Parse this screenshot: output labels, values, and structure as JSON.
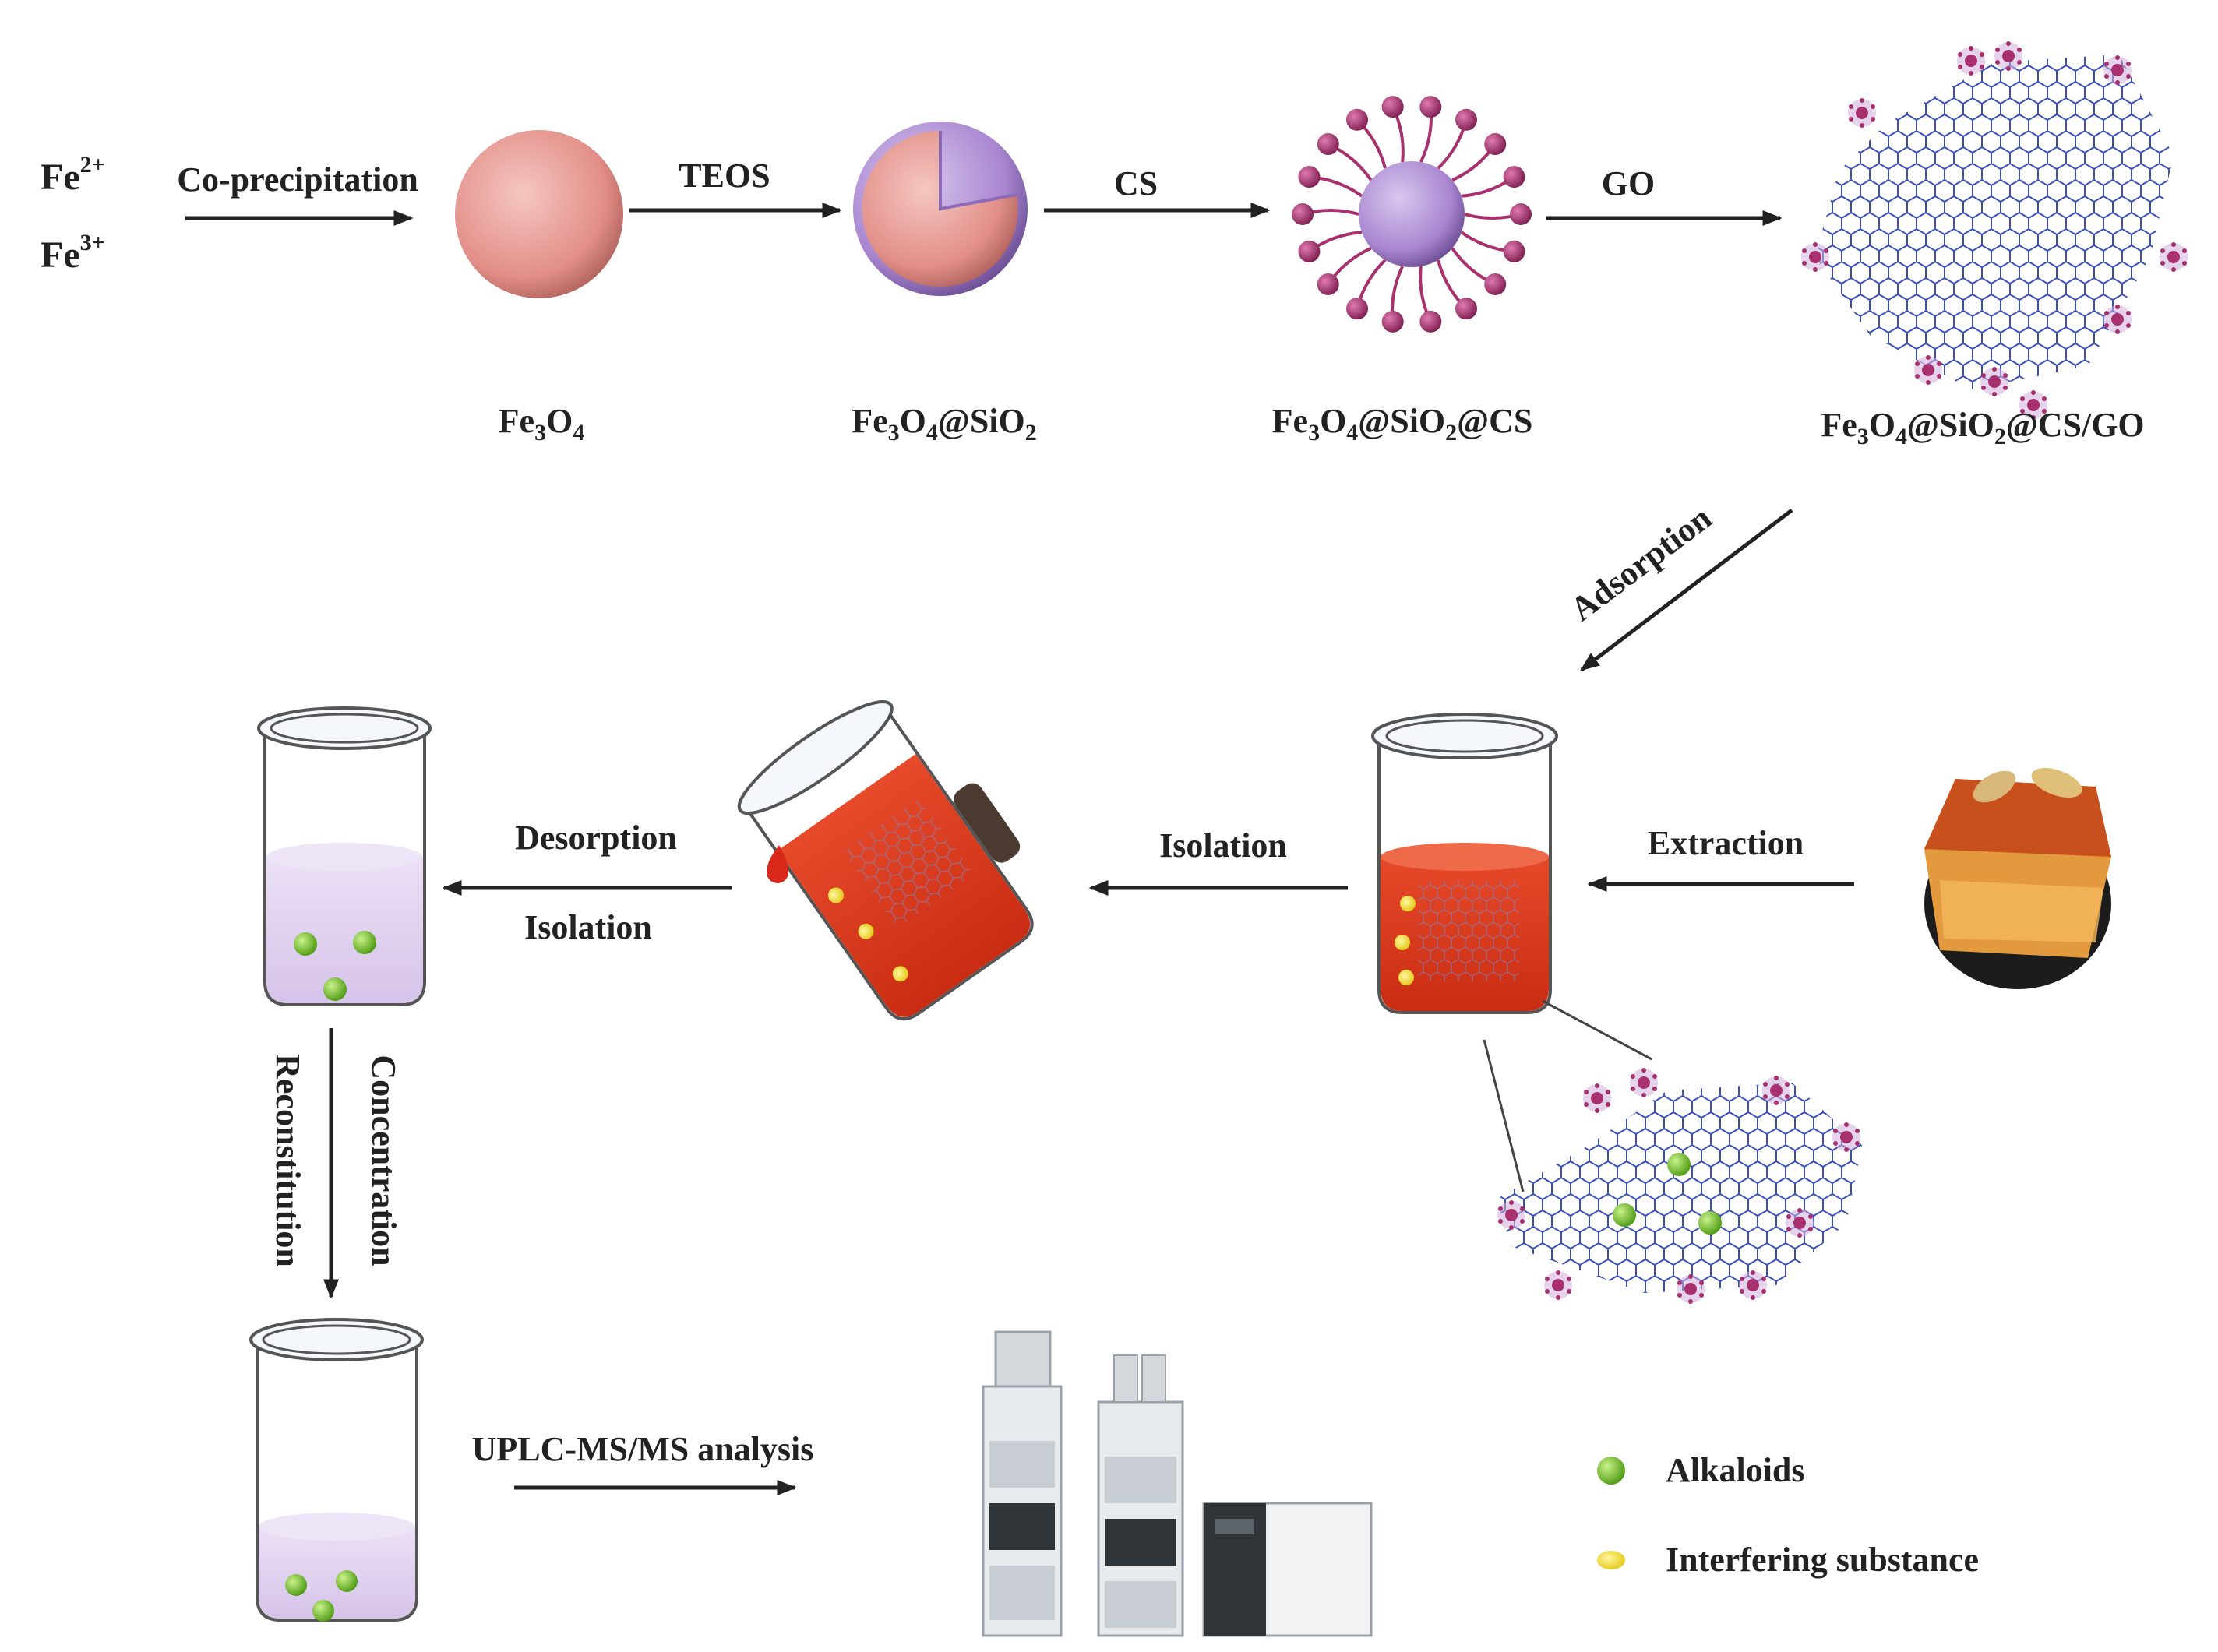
{
  "reactants": {
    "fe2": {
      "base": "Fe",
      "charge": "2+"
    },
    "fe3": {
      "base": "Fe",
      "charge": "3+"
    }
  },
  "steps": {
    "coprecip": "Co-precipitation",
    "teos": "TEOS",
    "cs": "CS",
    "go": "GO",
    "adsorption": "Adsorption",
    "extraction": "Extraction",
    "isolation": "Isolation",
    "desorption": "Desorption",
    "isolation2": "Isolation",
    "concentration": "Concentration",
    "reconstitution": "Reconstitution",
    "uplc": "UPLC-MS/MS analysis"
  },
  "products": {
    "p1": {
      "a": "Fe",
      "s1": "3",
      "b": "O",
      "s2": "4",
      "c": ""
    },
    "p2": {
      "a": "Fe",
      "s1": "3",
      "b": "O",
      "s2": "4",
      "c": "@SiO",
      "s3": "2",
      "d": ""
    },
    "p3": {
      "a": "Fe",
      "s1": "3",
      "b": "O",
      "s2": "4",
      "c": "@SiO",
      "s3": "2",
      "d": "@CS"
    },
    "p4": {
      "a": "Fe",
      "s1": "3",
      "b": "O",
      "s2": "4",
      "c": "@SiO",
      "s3": "2",
      "d": "@CS/GO"
    }
  },
  "legend": {
    "alkaloids": "Alkaloids",
    "interfering": "Interfering substance",
    "alkaloid_color": "#7ed321",
    "interfering_color": "#f5e21a"
  },
  "colors": {
    "core": "#e89a94",
    "shell": "#b79ad8",
    "ligand": "#a8306e",
    "solution_red": "#e23b1c",
    "solution_purple": "#e2d4ef",
    "graphene": "#3a4fb8"
  }
}
